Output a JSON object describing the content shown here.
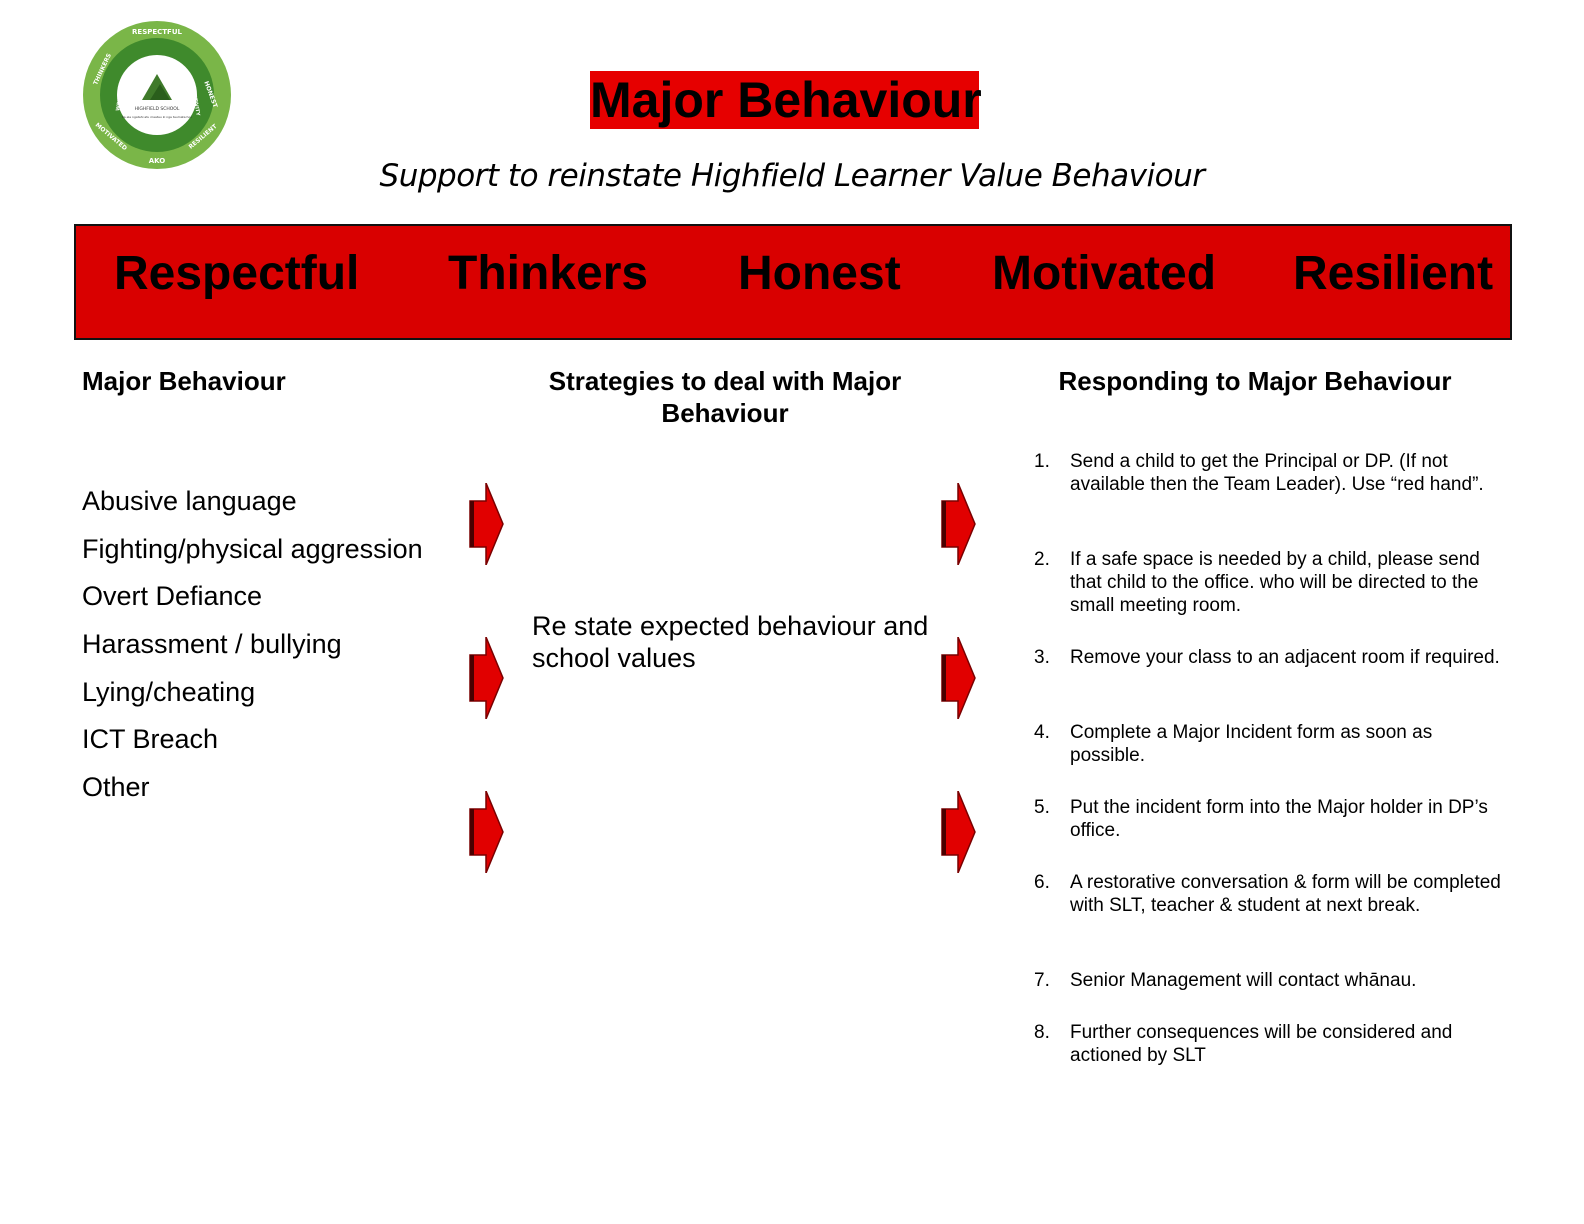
{
  "logo": {
    "ring_words": [
      "RESPECTFUL",
      "HONEST",
      "RESILIENT",
      "AKO",
      "MOTIVATED",
      "THINKERS"
    ],
    "inner_ring_words": [
      "CREATIVITY",
      "WELLBEING"
    ],
    "school_name": "HIGHFIELD SCHOOL",
    "motto": "Ka ele ngatahi atu maatau ki nga taumata hou",
    "colors": {
      "outer": "#7ab648",
      "inner": "#3f8a2c",
      "center": "#ffffff"
    }
  },
  "title": "Major Behaviour",
  "subtitle": "Support to reinstate Highfield Learner Value Behaviour",
  "values": [
    "Respectful",
    "Thinkers",
    "Honest",
    "Motivated",
    "Resilient"
  ],
  "columns": {
    "behaviour_heading": "Major Behaviour",
    "strategies_heading": "Strategies to deal with Major Behaviour",
    "responding_heading": "Responding to Major Behaviour"
  },
  "behaviours": [
    "Abusive language",
    "Fighting/physical aggression",
    "Overt Defiance",
    "Harassment / bullying",
    "Lying/cheating",
    "ICT Breach",
    "Other"
  ],
  "strategy_text": "Re state expected behaviour and school values",
  "responses": [
    {
      "num": "1.",
      "text": "Send a child to get the Principal or DP. (If not available then the Team Leader). Use “red hand”."
    },
    {
      "num": "2.",
      "text": "If a safe space is needed by a child, please send that child to the office. who will be directed to the small meeting room."
    },
    {
      "num": "3.",
      "text": "Remove your class to an adjacent room if required."
    },
    {
      "num": "4.",
      "text": "Complete a Major Incident form as soon as possible."
    },
    {
      "num": "5.",
      "text": "Put the incident form into the Major holder in DP’s office."
    },
    {
      "num": "6.",
      "text": "A restorative conversation & form will be completed with SLT, teacher & student at next break."
    },
    {
      "num": "7.",
      "text": "Senior Management will contact whānau."
    },
    {
      "num": "8.",
      "text": "Further consequences will be considered and actioned by SLT"
    }
  ],
  "arrows": {
    "icon": "right-arrow-icon",
    "color": "#e10000"
  },
  "colors": {
    "accent_red": "#d90000",
    "title_red": "#e60000"
  }
}
